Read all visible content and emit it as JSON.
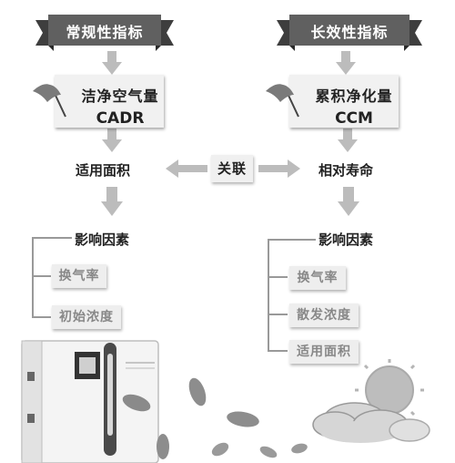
{
  "left": {
    "header": "常规性指标",
    "box_line1": "洁净空气量",
    "box_line2": "CADR",
    "applicable": "适用面积",
    "factors_title": "影响因素",
    "factors": [
      "换气率",
      "初始浓度"
    ]
  },
  "right": {
    "header": "长效性指标",
    "box_line1": "累积净化量",
    "box_line2": "CCM",
    "life": "相对寿命",
    "factors_title": "影响因素",
    "factors": [
      "换气率",
      "散发浓度",
      "适用面积"
    ]
  },
  "link": "关联",
  "colors": {
    "ribbon": "#5f5f5f",
    "ribbon_tail": "#3a3a3a",
    "arrow": "#bcbcbc",
    "line": "#999999"
  }
}
